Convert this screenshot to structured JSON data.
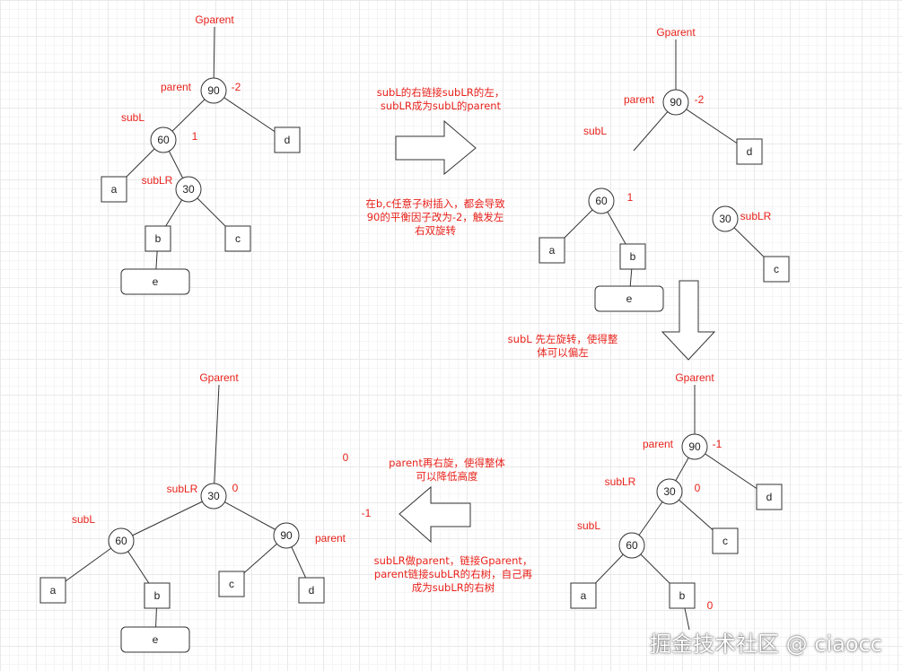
{
  "colors": {
    "label": "#e8221b",
    "line": "#333333",
    "node_fill": "#ffffff"
  },
  "panels": [
    {
      "id": "before",
      "edges": [
        [
          "gparent_label",
          "n90"
        ],
        [
          "n90",
          "n60"
        ],
        [
          "n90",
          "d"
        ],
        [
          "n60",
          "a"
        ],
        [
          "n60",
          "n30"
        ],
        [
          "n30",
          "b"
        ],
        [
          "n30",
          "c"
        ],
        [
          "b",
          "e"
        ]
      ],
      "nodes": [
        {
          "id": "n90",
          "shape": "circle",
          "text": "90"
        },
        {
          "id": "n60",
          "shape": "circle",
          "text": "60"
        },
        {
          "id": "n30",
          "shape": "circle",
          "text": "30"
        },
        {
          "id": "a",
          "shape": "box",
          "text": "a"
        },
        {
          "id": "b",
          "shape": "box",
          "text": "b"
        },
        {
          "id": "c",
          "shape": "box",
          "text": "c"
        },
        {
          "id": "d",
          "shape": "box",
          "text": "d"
        },
        {
          "id": "e",
          "shape": "wide-box",
          "text": "e"
        }
      ],
      "labels": [
        {
          "id": "gparent_label",
          "text": "Gparent"
        },
        {
          "id": "parent_label",
          "text": "parent"
        },
        {
          "id": "bf90",
          "text": "-2"
        },
        {
          "id": "subl_label",
          "text": "subL"
        },
        {
          "id": "bf60",
          "text": "1"
        },
        {
          "id": "sublr_label",
          "text": "subLR"
        }
      ]
    },
    {
      "id": "split",
      "edges": [
        [
          "gparent_label",
          "n90"
        ],
        [
          "n90",
          "dangling"
        ],
        [
          "n90",
          "d"
        ],
        [
          "n60",
          "a"
        ],
        [
          "n60",
          "b"
        ],
        [
          "b",
          "e"
        ],
        [
          "n30",
          "c"
        ]
      ],
      "nodes": [
        {
          "id": "n90",
          "shape": "circle",
          "text": "90"
        },
        {
          "id": "n60",
          "shape": "circle",
          "text": "60"
        },
        {
          "id": "n30",
          "shape": "circle",
          "text": "30"
        },
        {
          "id": "a",
          "shape": "box",
          "text": "a"
        },
        {
          "id": "b",
          "shape": "box",
          "text": "b"
        },
        {
          "id": "c",
          "shape": "box",
          "text": "c"
        },
        {
          "id": "d",
          "shape": "box",
          "text": "d"
        },
        {
          "id": "e",
          "shape": "wide-box",
          "text": "e"
        }
      ],
      "labels": [
        {
          "id": "gparent_label",
          "text": "Gparent"
        },
        {
          "id": "parent_label",
          "text": "parent"
        },
        {
          "id": "bf90",
          "text": "-2"
        },
        {
          "id": "subl_label",
          "text": "subL"
        },
        {
          "id": "bf60",
          "text": "1"
        },
        {
          "id": "sublr_label",
          "text": "subLR"
        }
      ]
    },
    {
      "id": "after_left",
      "edges": [
        [
          "gparent_label",
          "n90"
        ],
        [
          "n90",
          "n30"
        ],
        [
          "n90",
          "d"
        ],
        [
          "n30",
          "n60"
        ],
        [
          "n30",
          "c"
        ],
        [
          "n60",
          "a"
        ],
        [
          "n60",
          "b"
        ],
        [
          "b",
          "e"
        ]
      ],
      "nodes": [
        {
          "id": "n90",
          "shape": "circle",
          "text": "90"
        },
        {
          "id": "n30",
          "shape": "circle",
          "text": "30"
        },
        {
          "id": "n60",
          "shape": "circle",
          "text": "60"
        },
        {
          "id": "a",
          "shape": "box",
          "text": "a"
        },
        {
          "id": "b",
          "shape": "box",
          "text": "b"
        },
        {
          "id": "c",
          "shape": "box",
          "text": "c"
        },
        {
          "id": "d",
          "shape": "box",
          "text": "d"
        }
      ],
      "labels": [
        {
          "id": "gparent_label",
          "text": "Gparent"
        },
        {
          "id": "parent_label",
          "text": "parent"
        },
        {
          "id": "bf90",
          "text": "-1"
        },
        {
          "id": "sublr_label",
          "text": "subLR"
        },
        {
          "id": "bf30",
          "text": "0"
        },
        {
          "id": "subl_label",
          "text": "subL"
        },
        {
          "id": "bfb",
          "text": "0"
        }
      ]
    },
    {
      "id": "final",
      "edges": [
        [
          "gparent_label",
          "n30"
        ],
        [
          "n30",
          "n60"
        ],
        [
          "n30",
          "n90"
        ],
        [
          "n60",
          "a"
        ],
        [
          "n60",
          "b"
        ],
        [
          "b",
          "e"
        ],
        [
          "n90",
          "c"
        ],
        [
          "n90",
          "d"
        ]
      ],
      "nodes": [
        {
          "id": "n30",
          "shape": "circle",
          "text": "30"
        },
        {
          "id": "n60",
          "shape": "circle",
          "text": "60"
        },
        {
          "id": "n90",
          "shape": "circle",
          "text": "90"
        },
        {
          "id": "a",
          "shape": "box",
          "text": "a"
        },
        {
          "id": "b",
          "shape": "box",
          "text": "b"
        },
        {
          "id": "c",
          "shape": "box",
          "text": "c"
        },
        {
          "id": "d",
          "shape": "box",
          "text": "d"
        },
        {
          "id": "e",
          "shape": "wide-box",
          "text": "e"
        }
      ],
      "labels": [
        {
          "id": "gparent_label",
          "text": "Gparent"
        },
        {
          "id": "sublr_label",
          "text": "subLR"
        },
        {
          "id": "bf30",
          "text": "0"
        },
        {
          "id": "subl_label",
          "text": "subL"
        },
        {
          "id": "parent_label",
          "text": "parent"
        },
        {
          "id": "bf_zero",
          "text": "0"
        },
        {
          "id": "bf_minus1",
          "text": "-1"
        }
      ]
    }
  ],
  "notes": [
    {
      "id": "note_link",
      "lines": [
        "subL的右链接subLR的左，",
        "subLR成为subL的parent"
      ]
    },
    {
      "id": "note_insert",
      "lines": [
        "在b,c任意子树插入，都会导致",
        "90的平衡因子改为-2，触发左",
        "右双旋转"
      ]
    },
    {
      "id": "note_left_rotate",
      "lines": [
        "subL 先左旋转，使得整",
        "体可以偏左"
      ]
    },
    {
      "id": "note_right_rotate",
      "lines": [
        "parent再右旋，使得整体",
        "可以降低高度"
      ]
    },
    {
      "id": "note_final",
      "lines": [
        "subLR做parent，链接Gparent，",
        "parent链接subLR的右树，自己再",
        "成为subLR的右树"
      ]
    }
  ],
  "arrows": [
    {
      "id": "arrow_right",
      "direction": "right"
    },
    {
      "id": "arrow_down",
      "direction": "down"
    },
    {
      "id": "arrow_left",
      "direction": "left"
    }
  ],
  "watermark": "掘金技术社区 @ ciaocc"
}
